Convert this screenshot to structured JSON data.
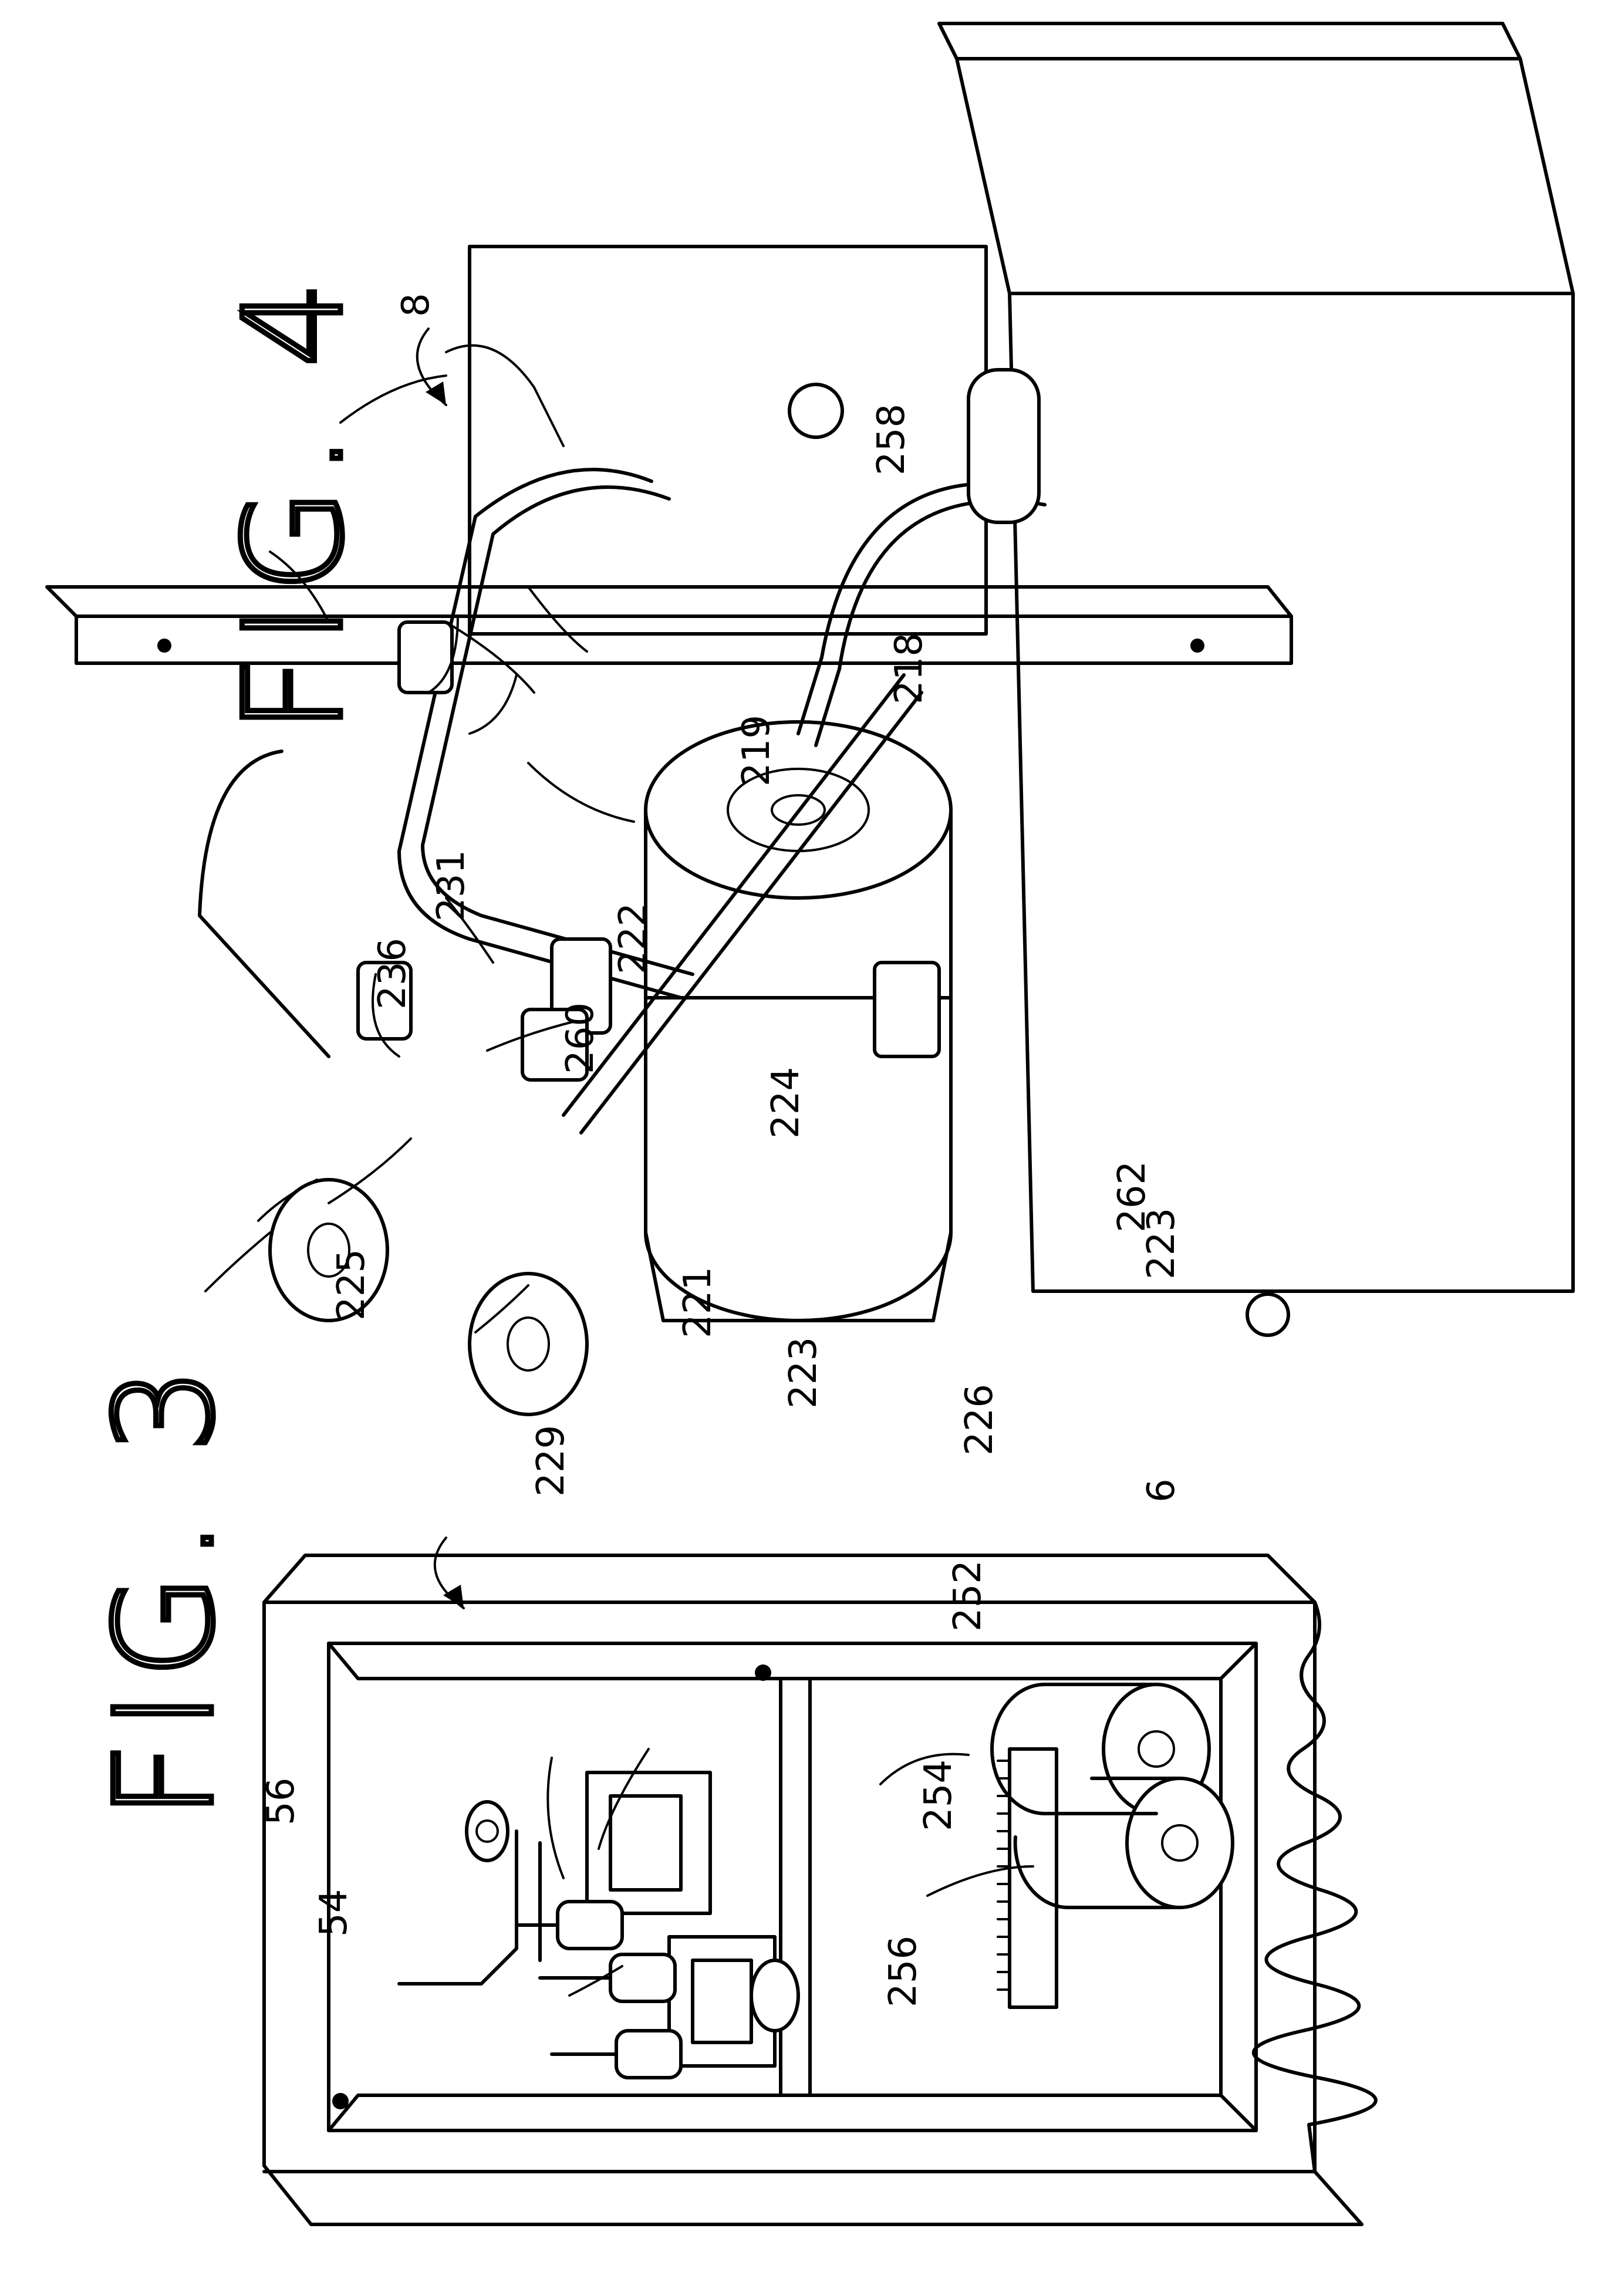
{
  "figures": {
    "fig3": {
      "title": "FIG. 3",
      "ref": "6"
    },
    "fig4": {
      "title": "FIG. 4",
      "ref": "8"
    }
  },
  "labels": {
    "l54": "54",
    "l56": "56",
    "l252": "252",
    "l254": "254",
    "l256": "256",
    "l258": "258",
    "l218": "218",
    "l219": "219",
    "l231": "231",
    "l236": "236",
    "l222": "222",
    "l260": "260",
    "l224": "224",
    "l225": "225",
    "l221": "221",
    "l262": "262",
    "l223a": "223",
    "l223b": "223",
    "l226": "226",
    "l229": "229"
  }
}
